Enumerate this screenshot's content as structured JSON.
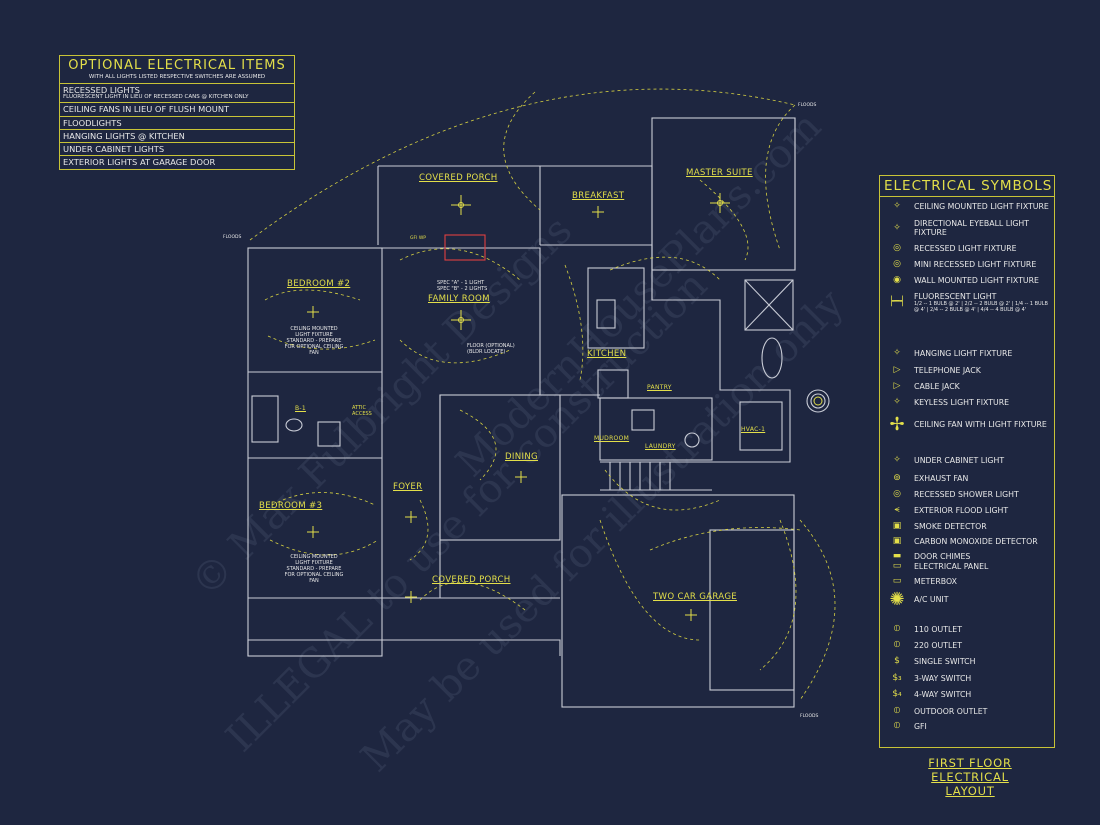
{
  "optional_items": {
    "title": "OPTIONAL ELECTRICAL ITEMS",
    "subtitle": "WITH ALL LIGHTS LISTED RESPECTIVE SWITCHES ARE ASSUMED",
    "rows": [
      {
        "label": "RECESSED LIGHTS",
        "sub": "FLUORESCENT LIGHT IN LIEU OF RECESSED CANS @ KITCHEN ONLY"
      },
      {
        "label": "CEILING FANS IN LIEU OF FLUSH MOUNT",
        "sub": ""
      },
      {
        "label": "FLOODLIGHTS",
        "sub": ""
      },
      {
        "label": "HANGING LIGHTS @ KITCHEN",
        "sub": ""
      },
      {
        "label": "UNDER CABINET LIGHTS",
        "sub": ""
      },
      {
        "label": "EXTERIOR LIGHTS AT GARAGE DOOR",
        "sub": ""
      }
    ]
  },
  "legend": {
    "title": "ELECTRICAL SYMBOLS",
    "items": [
      {
        "icon": "ceiling-light-icon",
        "glyph": "✧",
        "label": "CEILING MOUNTED LIGHT FIXTURE",
        "sub": ""
      },
      {
        "icon": "eyeball-light-icon",
        "glyph": "✧",
        "label": "DIRECTIONAL EYEBALL LIGHT FIXTURE",
        "sub": ""
      },
      {
        "icon": "recessed-light-icon",
        "glyph": "◎",
        "label": "RECESSED LIGHT FIXTURE",
        "sub": ""
      },
      {
        "icon": "mini-recessed-light-icon",
        "glyph": "◎",
        "label": "MINI RECESSED LIGHT FIXTURE",
        "sub": ""
      },
      {
        "icon": "wall-light-icon",
        "glyph": "◉",
        "label": "WALL MOUNTED LIGHT FIXTURE",
        "sub": ""
      },
      {
        "icon": "fluorescent-light-icon",
        "glyph": "┝━┥",
        "label": "FLUORESCENT LIGHT",
        "sub": "1/2 -- 1 BULB @ 2' | 2/2 -- 2 BULB @ 2' | 1/4 -- 1 BULB @ 4' | 2/4 -- 2 BULB @ 4' | 4/4 -- 4 BULB @ 4'"
      },
      {
        "icon": "hanging-light-icon",
        "glyph": "✧",
        "label": "HANGING LIGHT FIXTURE",
        "sub": ""
      },
      {
        "icon": "telephone-jack-icon",
        "glyph": "▷",
        "label": "TELEPHONE JACK",
        "sub": ""
      },
      {
        "icon": "cable-jack-icon",
        "glyph": "▷",
        "label": "CABLE JACK",
        "sub": ""
      },
      {
        "icon": "keyless-light-icon",
        "glyph": "✧",
        "label": "KEYLESS LIGHT FIXTURE",
        "sub": ""
      },
      {
        "icon": "ceiling-fan-icon",
        "glyph": "✢",
        "label": "CEILING FAN WITH LIGHT FIXTURE",
        "sub": ""
      },
      {
        "icon": "under-cabinet-light-icon",
        "glyph": "✧",
        "label": "UNDER CABINET LIGHT",
        "sub": ""
      },
      {
        "icon": "exhaust-fan-icon",
        "glyph": "⊚",
        "label": "EXHAUST FAN",
        "sub": ""
      },
      {
        "icon": "recessed-shower-light-icon",
        "glyph": "◎",
        "label": "RECESSED SHOWER LIGHT",
        "sub": ""
      },
      {
        "icon": "flood-light-icon",
        "glyph": "⪪",
        "label": "EXTERIOR FLOOD LIGHT",
        "sub": ""
      },
      {
        "icon": "smoke-detector-icon",
        "glyph": "▣",
        "label": "SMOKE DETECTOR",
        "sub": ""
      },
      {
        "icon": "co-detector-icon",
        "glyph": "▣",
        "label": "CARBON MONOXIDE DETECTOR",
        "sub": ""
      },
      {
        "icon": "door-chimes-icon",
        "glyph": "▬",
        "label": "DOOR CHIMES",
        "sub": ""
      },
      {
        "icon": "electrical-panel-icon",
        "glyph": "▭",
        "label": "ELECTRICAL PANEL",
        "sub": ""
      },
      {
        "icon": "meterbox-icon",
        "glyph": "▭",
        "label": "METERBOX",
        "sub": ""
      },
      {
        "icon": "ac-unit-icon",
        "glyph": "✺",
        "label": "A/C UNIT",
        "sub": ""
      },
      {
        "icon": "outlet-110-icon",
        "glyph": "⦶",
        "label": "110 OUTLET",
        "sub": ""
      },
      {
        "icon": "outlet-220-icon",
        "glyph": "⦶",
        "label": "220 OUTLET",
        "sub": ""
      },
      {
        "icon": "single-switch-icon",
        "glyph": "$",
        "label": "SINGLE SWITCH",
        "sub": ""
      },
      {
        "icon": "three-way-switch-icon",
        "glyph": "$₃",
        "label": "3-WAY SWITCH",
        "sub": ""
      },
      {
        "icon": "four-way-switch-icon",
        "glyph": "$₄",
        "label": "4-WAY SWITCH",
        "sub": ""
      },
      {
        "icon": "outdoor-outlet-icon",
        "glyph": "⦶",
        "label": "OUTDOOR OUTLET",
        "sub": ""
      },
      {
        "icon": "gfi-icon",
        "glyph": "⦶",
        "label": "GFI",
        "sub": ""
      }
    ]
  },
  "caption": {
    "line1": "FIRST FLOOR",
    "line2": "ELECTRICAL LAYOUT"
  },
  "rooms": {
    "covered_porch_rear": "COVERED PORCH",
    "breakfast": "BREAKFAST",
    "master_suite": "MASTER SUITE",
    "bedroom2": "BEDROOM #2",
    "family_room": "FAMILY ROOM",
    "kitchen": "KITCHEN",
    "pantry": "PANTRY",
    "laundry": "LAUNDRY",
    "mudroom": "MUDROOM",
    "hvac": "HVAC-1",
    "dining": "DINING",
    "foyer": "FOYER",
    "bedroom3": "BEDROOM #3",
    "covered_porch_front": "COVERED PORCH",
    "garage": "TWO CAR GARAGE",
    "bath2": "B-1",
    "attic": "ATTIC ACCESS"
  },
  "notes": {
    "ceiling_note_br2": "CEILING MOUNTED LIGHT FIXTURE STANDARD - PREPARE FOR OPTIONAL CEILING FAN",
    "ceiling_note_br3": "CEILING MOUNTED LIGHT FIXTURE STANDARD - PREPARE FOR OPTIONAL CEILING FAN",
    "spec_a": "SPEC \"A\" - 1 LIGHT",
    "spec_b": "SPEC \"B\" - 2 LIGHTS",
    "floor_optional": "FLOOR (OPTIONAL)",
    "floor_bldr": "(BLDR LOCATE)",
    "floods": "FLOODS",
    "gfi_wp": "GFI WP"
  },
  "watermark": {
    "line1": "© Max Fulbright Designs",
    "line2": "ILLEGAL to use for construction",
    "line3": "May be used for illustration only",
    "line4": "ModernHousePlans.com"
  }
}
